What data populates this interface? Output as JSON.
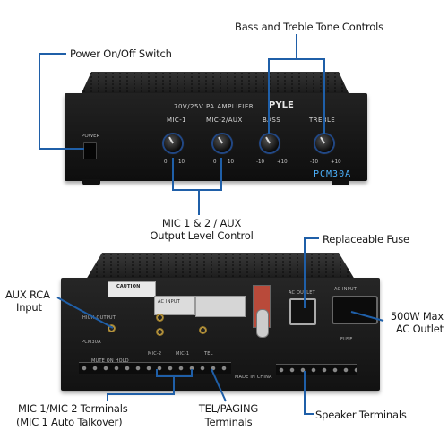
{
  "colors": {
    "leader": "#1f5fa8",
    "accent_blue": "#4db3ff",
    "chassis": "#141414"
  },
  "front": {
    "brand": "PYLE",
    "subtitle": "70V/25V PA AMPLIFIER",
    "model": "PCM30A",
    "power_label": "POWER",
    "knobs": [
      {
        "label": "MIC-1",
        "scale_min": "0",
        "scale_max": "10"
      },
      {
        "label": "MIC-2/AUX",
        "scale_min": "0",
        "scale_max": "10"
      },
      {
        "label": "BASS",
        "scale_min": "-10",
        "scale_max": "+10"
      },
      {
        "label": "TREBLE",
        "scale_min": "-10",
        "scale_max": "+10"
      }
    ]
  },
  "back": {
    "model": "PCM30A",
    "caution": "CAUTION",
    "ac_outlet": "AC OUTLET",
    "ac_input": "AC INPUT",
    "fuse": "FUSE",
    "made_in": "MADE IN CHINA",
    "groups": [
      "MIC-2",
      "MIC-1",
      "TEL"
    ],
    "mute": "MUTE ON HOLD",
    "high_output": "HIGH OUTPUT"
  },
  "callouts": {
    "power_switch": "Power On/Off Switch",
    "tone_controls": "Bass and Treble Tone Controls",
    "mic_level_1": "MIC 1 & 2 / AUX",
    "mic_level_2": "Output Level Control",
    "fuse": "Replaceable Fuse",
    "aux_rca_1": "AUX RCA",
    "aux_rca_2": "Input",
    "ac_outlet_1": "500W Max",
    "ac_outlet_2": "AC Outlet",
    "mic_terminals_1": "MIC 1/MIC 2 Terminals",
    "mic_terminals_2": "(MIC 1 Auto Talkover)",
    "tel_1": "TEL/PAGING",
    "tel_2": "Terminals",
    "speaker": "Speaker Terminals"
  }
}
